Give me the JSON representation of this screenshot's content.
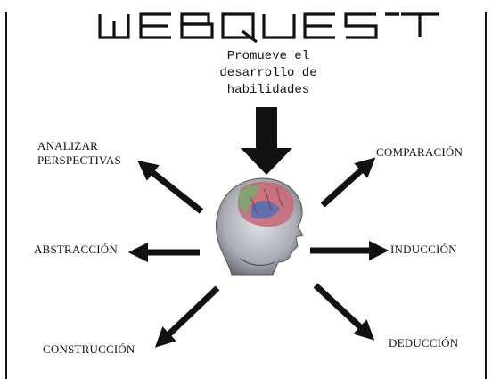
{
  "title": "WEBQUEST",
  "subtitle_lines": [
    "Promueve el",
    "desarrollo de",
    "habilidades"
  ],
  "labels": {
    "analizar": [
      "ANALIZAR",
      "PERSPECTIVAS"
    ],
    "comparacion": "COMPARACIÓN",
    "abstraccion": "ABSTRACCIÓN",
    "induccion": "INDUCCIÓN",
    "construccion": "CONSTRUCCIÓN",
    "deduccion": "DEDUCCIÓN"
  },
  "colors": {
    "ink": "#111111",
    "brain_pink": "#c86a7a",
    "brain_green": "#7aa86c",
    "brain_blue": "#5a6fb0",
    "skin": "#b9bcc4"
  },
  "icons": {
    "center": "brain-head-icon",
    "arrows": "arrow-icon"
  }
}
